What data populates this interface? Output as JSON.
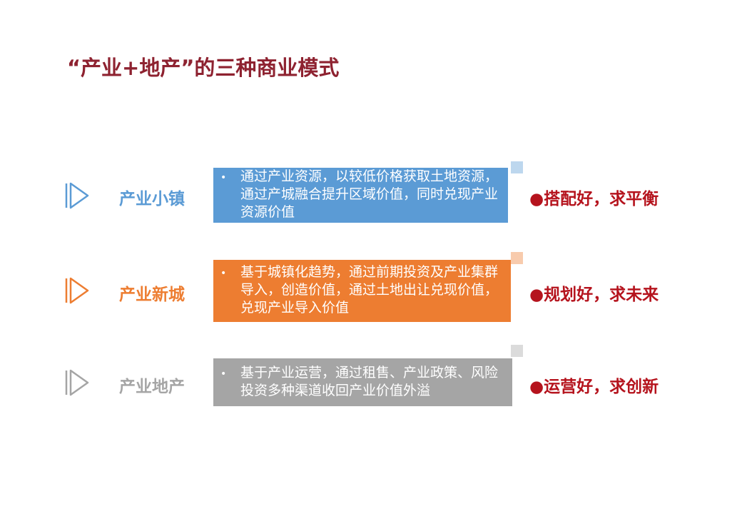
{
  "title": "“产业+地产”的三种商业模式",
  "colors": {
    "title": "#8e2230",
    "slogan": "#b5131d",
    "blue": "#5b9bd5",
    "orange": "#ed7d31",
    "gray": "#a5a5a5"
  },
  "models": [
    {
      "name": "产业小镇",
      "bullet": "•",
      "description": "通过产业资源，以较低价格获取土地资源，通过产城融合提升区域价值，同时兑现产业资源价值",
      "slogan": "●搭配好，求平衡",
      "color": "#5b9bd5"
    },
    {
      "name": "产业新城",
      "bullet": "•",
      "description": "基于城镇化趋势，通过前期投资及产业集群导入，创造价值，通过土地出让兑现价值，兑现产业导入价值",
      "slogan": "●规划好，求未来",
      "color": "#ed7d31"
    },
    {
      "name": "产业地产",
      "bullet": "•",
      "description": "基于产业运营，通过租售、产业政策、风险投资多种渠道收回产业价值外溢",
      "slogan": "●运营好，求创新",
      "color": "#a5a5a5"
    }
  ]
}
